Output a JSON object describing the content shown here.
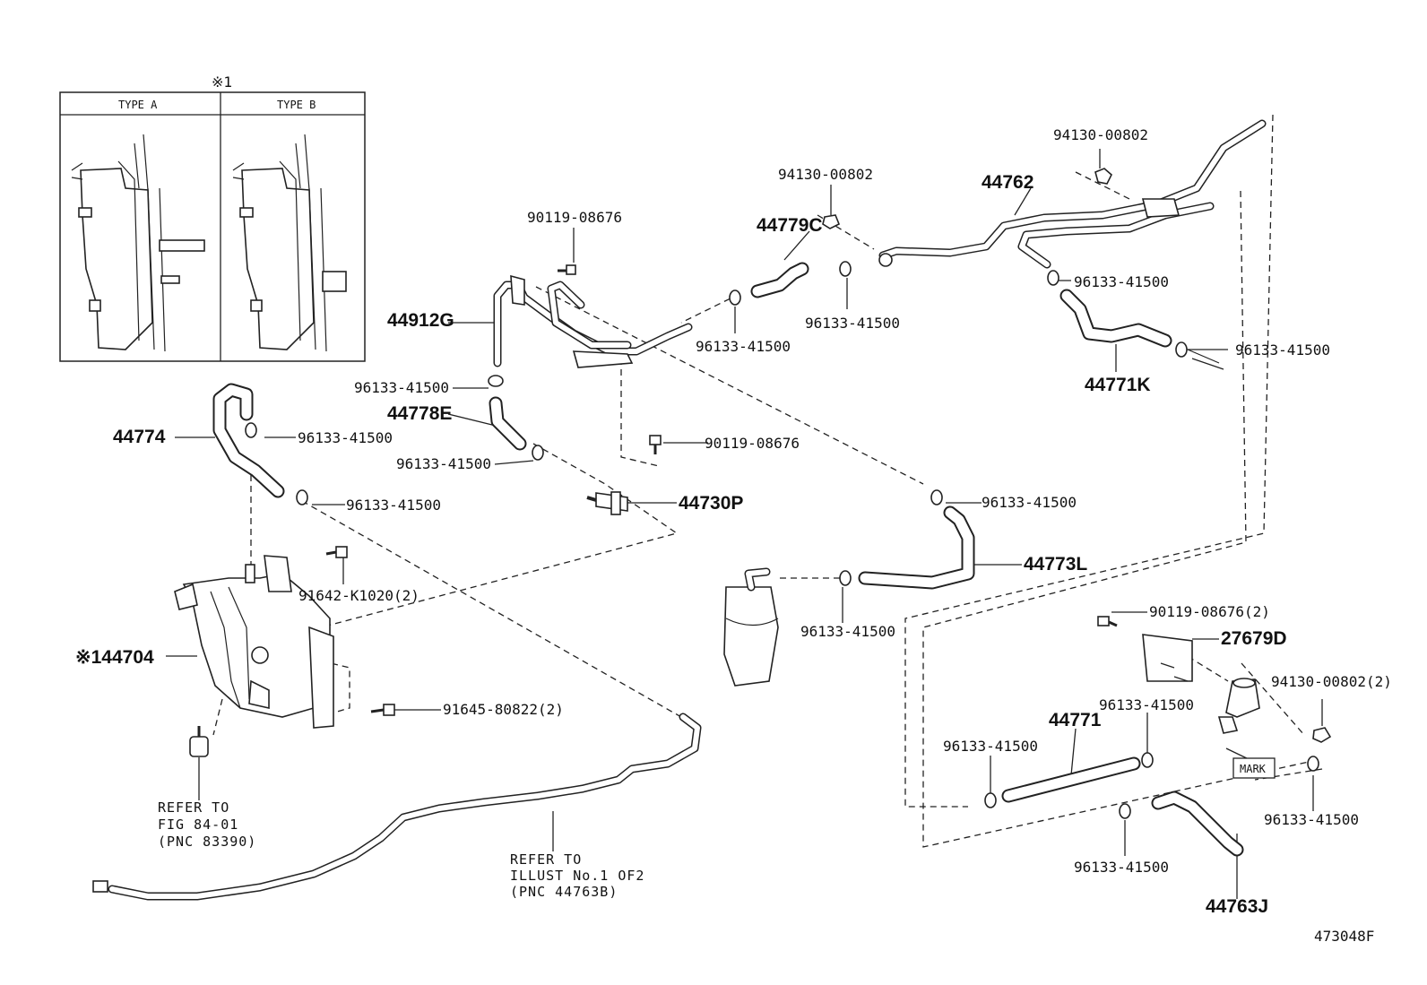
{
  "inset": {
    "note_mark": "※1",
    "type_a": "TYPE A",
    "type_b": "TYPE B"
  },
  "labels": {
    "p90119_08676_top": "90119-08676",
    "p94130_00802_mid": "94130-00802",
    "p94130_00802_top": "94130-00802",
    "p44762": "44762",
    "p44779C": "44779C",
    "p44912G": "44912G",
    "p96133_41500_a": "96133-41500",
    "p96133_41500_b": "96133-41500",
    "p96133_41500_c": "96133-41500",
    "p96133_41500_d": "96133-41500",
    "p96133_41500_e": "96133-41500",
    "p96133_41500_f": "96133-41500",
    "p96133_41500_g": "96133-41500",
    "p96133_41500_h": "96133-41500",
    "p96133_41500_i": "96133-41500",
    "p96133_41500_j": "96133-41500",
    "p96133_41500_k": "96133-41500",
    "p96133_41500_l": "96133-41500",
    "p96133_41500_m": "96133-41500",
    "p96133_41500_n": "96133-41500",
    "p44771K": "44771K",
    "p44778E": "44778E",
    "p44774": "44774",
    "p90119_08676_mid": "90119-08676",
    "p44730P": "44730P",
    "p44773L": "44773L",
    "p91642": "91642-K1020(2)",
    "p44704": "※144704",
    "p91645": "91645-80822(2)",
    "p90119_08676_2": "90119-08676(2)",
    "p27679D": "27679D",
    "p94130_00802_2": "94130-00802(2)",
    "p44771": "44771",
    "mark": "MARK",
    "p44763J": "44763J",
    "ref1_line1": "REFER TO",
    "ref1_line2": "FIG 84-01",
    "ref1_line3": "(PNC 83390)",
    "ref2_line1": "REFER TO",
    "ref2_line2": "ILLUST No.1 OF2",
    "ref2_line3": "(PNC 44763B)",
    "figure_id": "473048F"
  }
}
